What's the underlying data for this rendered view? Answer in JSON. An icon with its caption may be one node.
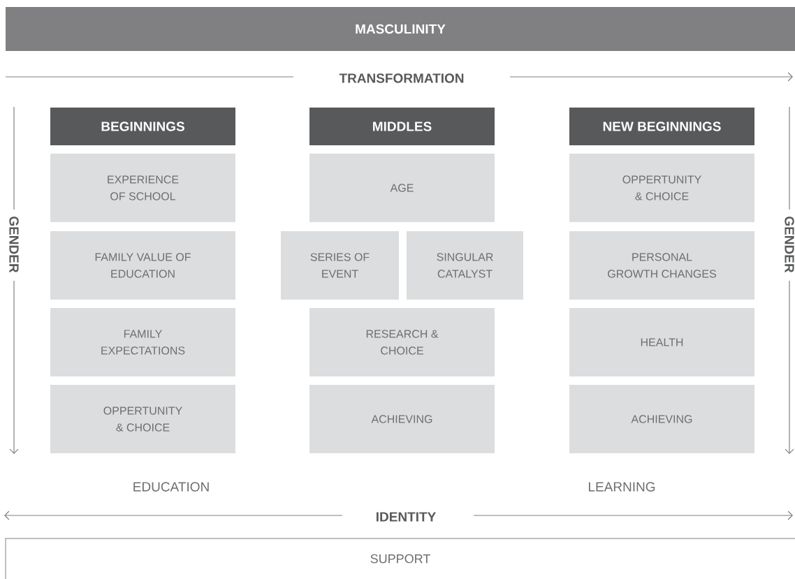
{
  "diagram": {
    "nodes": [
      {
        "text": [
          "MASCULINITY"
        ]
      },
      {
        "text": [
          "BEGINNINGS"
        ]
      },
      {
        "text": [
          "EXPERIENCE OF SCHOOL"
        ]
      },
      {
        "text": [
          "FAMILY VALUE OF EDUCATION"
        ]
      },
      {
        "text": [
          "FAMILY EXPECTATIONS"
        ]
      },
      {
        "text": [
          "OPPERTUNITY & CHOICE"
        ]
      },
      {
        "text": [
          "MIDDLES"
        ]
      },
      {
        "text": [
          "AGE"
        ]
      },
      {
        "text": [
          "SERIES OF EVENT"
        ]
      },
      {
        "text": [
          "SINGULAR CATALYST"
        ]
      },
      {
        "text": [
          "RESEARCH & CHOICE"
        ]
      },
      {
        "text": [
          "ACHIEVING"
        ]
      },
      {
        "text": [
          "NEW BEGINNINGS"
        ]
      },
      {
        "text": [
          "OPPERTUNITY & CHOICE"
        ]
      },
      {
        "text": [
          "PERSONAL GROWTH CHANGES"
        ]
      },
      {
        "text": [
          "HEALTH"
        ]
      },
      {
        "text": [
          "ACHIEVING"
        ]
      },
      {
        "text": [
          "SUPPORT"
        ]
      }
    ],
    "labels": [
      "TRANSFORMATION",
      "GENDER",
      "GENDER",
      "EDUCATION",
      "LEARNING",
      "IDENTITY"
    ]
  }
}
